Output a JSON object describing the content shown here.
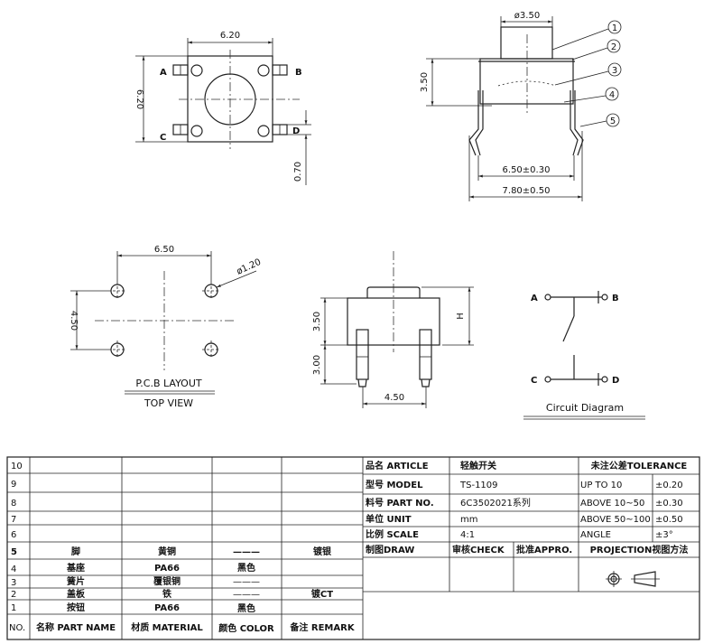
{
  "top_view": {
    "width_dim": "6.20",
    "height_dim": "6.20",
    "pin_dim": "0.70",
    "pins": [
      "A",
      "B",
      "C",
      "D"
    ]
  },
  "side_view": {
    "button_dim": "ø3.50",
    "height_dim": "3.50",
    "pitch_dim": "6.50±0.30",
    "overall_dim": "7.80±0.50",
    "callouts": [
      "1",
      "2",
      "3",
      "4",
      "5"
    ]
  },
  "pcb_layout": {
    "x_dim": "6.50",
    "y_dim": "4.50",
    "hole_dim": "ø1.20",
    "title": "P.C.B LAYOUT",
    "subtitle": "TOP VIEW"
  },
  "front_view": {
    "body_dim": "3.50",
    "pin_dim": "3.00",
    "pitch_dim": "4.50",
    "h_label": "H"
  },
  "circuit": {
    "title": "Circuit Diagram",
    "pins": [
      "A",
      "B",
      "C",
      "D"
    ]
  },
  "parts_table": {
    "header": [
      "NO.",
      "名称 PART NAME",
      "材质 MATERIAL",
      "颜色 COLOR",
      "备注 REMARK"
    ],
    "rows": [
      [
        "10",
        "",
        "",
        "",
        ""
      ],
      [
        "9",
        "",
        "",
        "",
        ""
      ],
      [
        "8",
        "",
        "",
        "",
        ""
      ],
      [
        "7",
        "",
        "",
        "",
        ""
      ],
      [
        "6",
        "",
        "",
        "",
        ""
      ],
      [
        "5",
        "脚",
        "黄铜",
        "———",
        "镀银"
      ],
      [
        "4",
        "基座",
        "PA66",
        "黑色",
        ""
      ],
      [
        "3",
        "簧片",
        "覆银铜",
        "———",
        ""
      ],
      [
        "2",
        "盖板",
        "铁",
        "———",
        "镀CT"
      ],
      [
        "1",
        "按钮",
        "PA66",
        "黑色",
        ""
      ]
    ]
  },
  "title_block": {
    "article_label": "品名 ARTICLE",
    "article": "轻触开关",
    "model_label": "型号 MODEL",
    "model": "TS-1109",
    "partno_label": "料号 PART NO.",
    "partno": "6C3502021系列",
    "unit_label": "单位 UNIT",
    "unit": "mm",
    "scale_label": "比例 SCALE",
    "scale": "4:1",
    "tolerance_title": "未注公差TOLERANCE",
    "tolerances": [
      [
        "UP TO 10",
        "±0.20"
      ],
      [
        "ABOVE 10~50",
        "±0.30"
      ],
      [
        "ABOVE 50~100",
        "±0.50"
      ],
      [
        "ANGLE",
        "±3°"
      ]
    ],
    "draw": "制图DRAW",
    "check": "审核CHECK",
    "approve": "批准APPRO.",
    "projection": "PROJECTION视图方法"
  }
}
